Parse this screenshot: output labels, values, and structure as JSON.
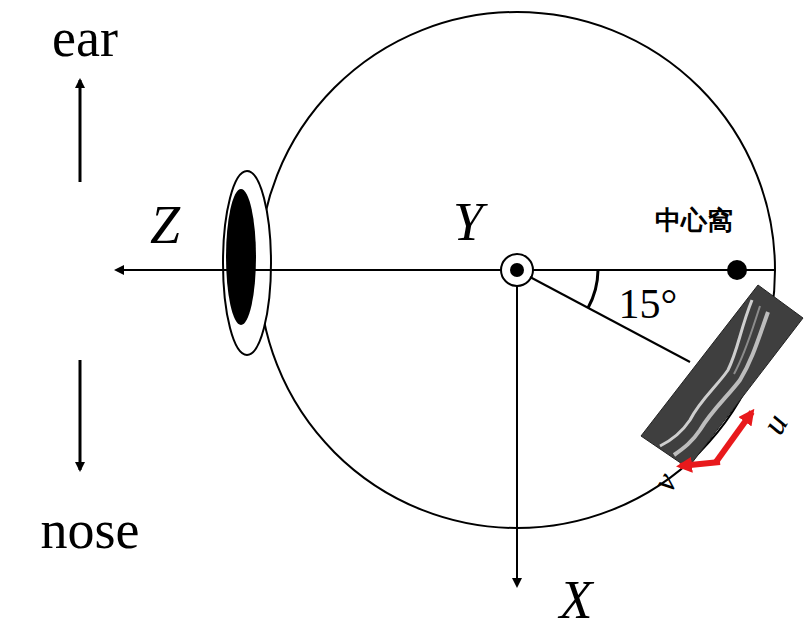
{
  "diagram": {
    "labels": [
      "ear",
      "nose",
      "Z",
      "Y",
      "X",
      "中心窩",
      "15°",
      "u",
      "v"
    ]
  }
}
